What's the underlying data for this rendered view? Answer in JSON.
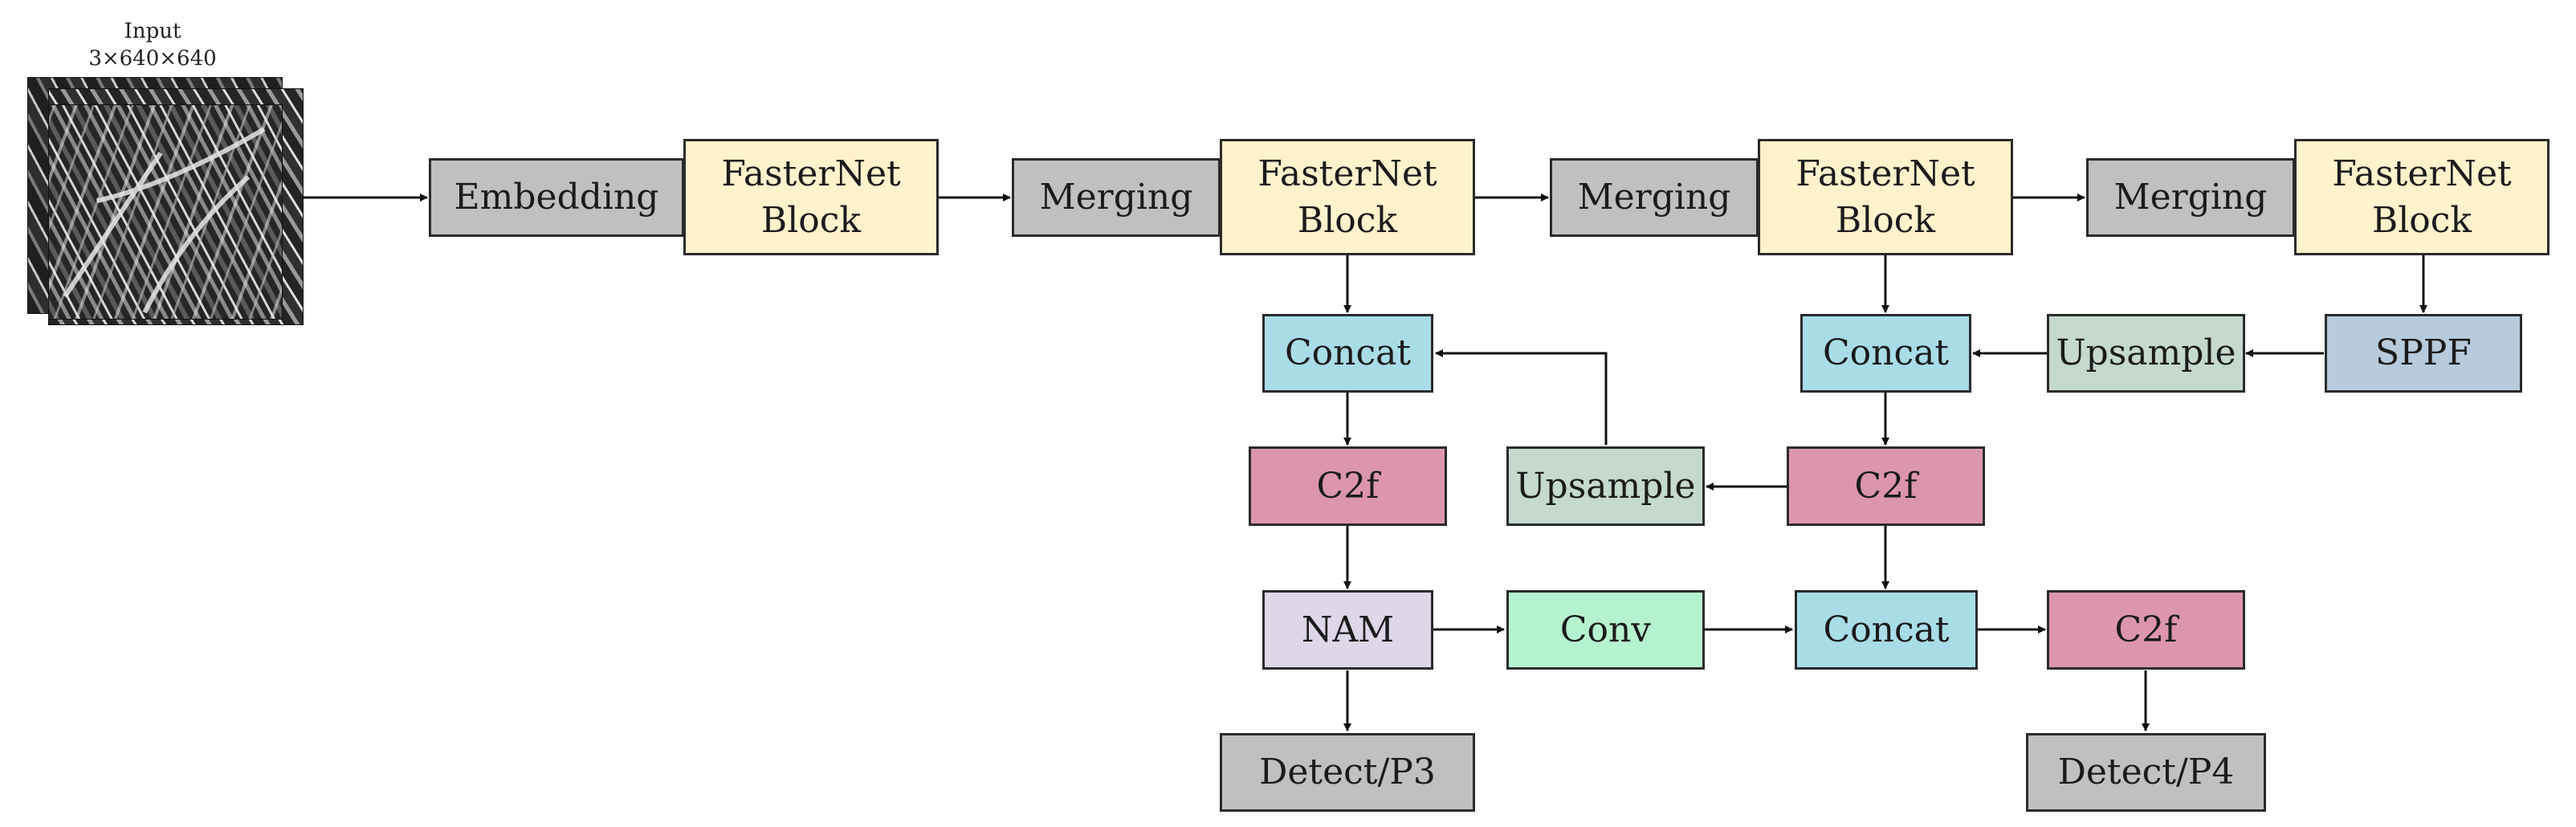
{
  "input": {
    "label": "Input",
    "size": "3×640×640"
  },
  "nodes": {
    "embedding": "Embedding",
    "fn_block_1": "FasterNet\nBlock",
    "merging_1": "Merging",
    "fn_block_2": "FasterNet\nBlock",
    "merging_2": "Merging",
    "fn_block_3": "FasterNet\nBlock",
    "merging_3": "Merging",
    "fn_block_4": "FasterNet\nBlock",
    "sppf": "SPPF",
    "upsample_1": "Upsample",
    "concat_1": "Concat",
    "concat_2": "Concat",
    "c2f_1": "C2f",
    "upsample_2": "Upsample",
    "c2f_2": "C2f",
    "nam": "NAM",
    "conv": "Conv",
    "concat_3": "Concat",
    "c2f_3": "C2f",
    "detect_p3": "Detect/P3",
    "detect_p4": "Detect/P4"
  },
  "colors": {
    "gray": "#c0c0c0",
    "cream": "#fff2cc",
    "cyan": "#a8dde8",
    "pink": "#dc95ae",
    "sage": "#c5d9cd",
    "steel": "#b7cbdc",
    "lavender": "#ddd7e8",
    "mint": "#b5f2cf"
  }
}
